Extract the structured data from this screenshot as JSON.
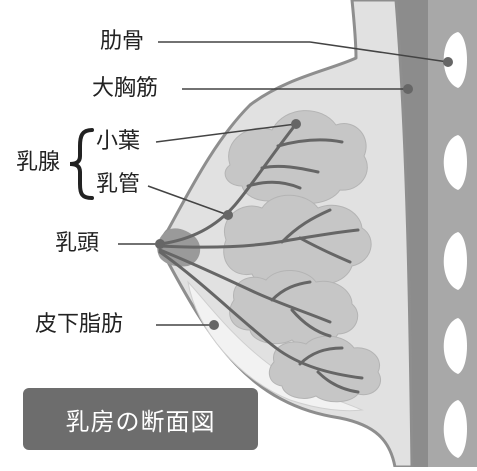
{
  "labels": {
    "rib": "肋骨",
    "pectoralis_major": "大胸筋",
    "mammary_gland_group": "乳腺",
    "lobule": "小葉",
    "lactiferous_duct": "乳管",
    "nipple": "乳頭",
    "subcutaneous_fat": "皮下脂肪"
  },
  "caption": "乳房の断面図",
  "colors": {
    "breast_fill": "#e1e1e1",
    "skin_outline": "#8e8e8e",
    "muscle": "#8c8c8c",
    "chest_wall": "#a8a8a8",
    "lobule": "#c6c6c6",
    "duct": "#666666",
    "marker": "#666666",
    "fat": "#f2f2f2",
    "caption_box": "#6d6d6d",
    "caption_text": "#ffffff",
    "label_text": "#222222"
  }
}
